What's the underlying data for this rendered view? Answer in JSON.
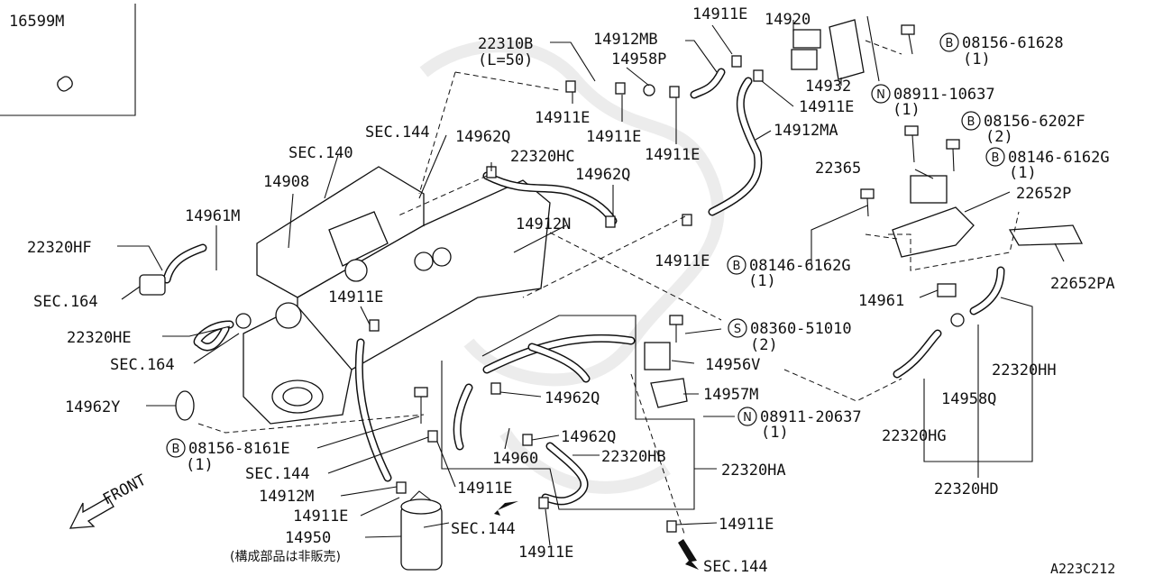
{
  "labels": {
    "p16599M": "16599M",
    "p22310B": "22310B",
    "p22310B_len": "(L=50)",
    "p14912MB": "14912MB",
    "p14958P": "14958P",
    "p14911E_a": "14911E",
    "p14920": "14920",
    "p14932": "14932",
    "p14911E_b": "14911E",
    "p14911E_c": "14911E",
    "p14911E_d": "14911E",
    "p14911E_e": "14911E",
    "p14912MA": "14912MA",
    "sec144_a": "SEC.144",
    "sec140": "SEC.140",
    "p14962Q_a": "14962Q",
    "p22320HC": "22320HC",
    "p14962Q_b": "14962Q",
    "p14908": "14908",
    "p14961M": "14961M",
    "p14912N": "14912N",
    "p22320HF": "22320HF",
    "p14911E_f": "14911E",
    "sec164_a": "SEC.164",
    "p14911E_g": "14911E",
    "p22320HE": "22320HE",
    "sec164_b": "SEC.164",
    "p14962Y": "14962Y",
    "p22365": "22365",
    "p22652P": "22652P",
    "p22652PA": "22652PA",
    "p14961": "14961",
    "p14956V": "14956V",
    "p14957M": "14957M",
    "p14962Q_c": "14962Q",
    "p14962Q_d": "14962Q",
    "p14960": "14960",
    "p22320HB": "22320HB",
    "p22320HA": "22320HA",
    "p22320HH": "22320HH",
    "p14958Q": "14958Q",
    "p22320HG": "22320HG",
    "p22320HD": "22320HD",
    "sec144_b": "SEC.144",
    "p14912M": "14912M",
    "p14911E_h": "14911E",
    "p14911E_i": "14911E",
    "p14950": "14950",
    "p14950_note": "(構成部品は非販売)",
    "sec144_c": "SEC.144",
    "p14911E_j": "14911E",
    "p14911E_k": "14911E",
    "sec144_d": "SEC.144",
    "front": "FRONT",
    "drawing_code": "A223C212"
  },
  "fasteners": [
    {
      "symbol": "B",
      "code": "08156-61628",
      "qty": "(1)"
    },
    {
      "symbol": "N",
      "code": "08911-10637",
      "qty": "(1)"
    },
    {
      "symbol": "B",
      "code": "08156-6202F",
      "qty": "(2)"
    },
    {
      "symbol": "B",
      "code": "08146-6162G",
      "qty": "(1)"
    },
    {
      "symbol": "B",
      "code": "08146-6162G",
      "qty": "(1)"
    },
    {
      "symbol": "S",
      "code": "08360-51010",
      "qty": "(2)"
    },
    {
      "symbol": "N",
      "code": "08911-20637",
      "qty": "(1)"
    },
    {
      "symbol": "B",
      "code": "08156-8161E",
      "qty": "(1)"
    }
  ]
}
